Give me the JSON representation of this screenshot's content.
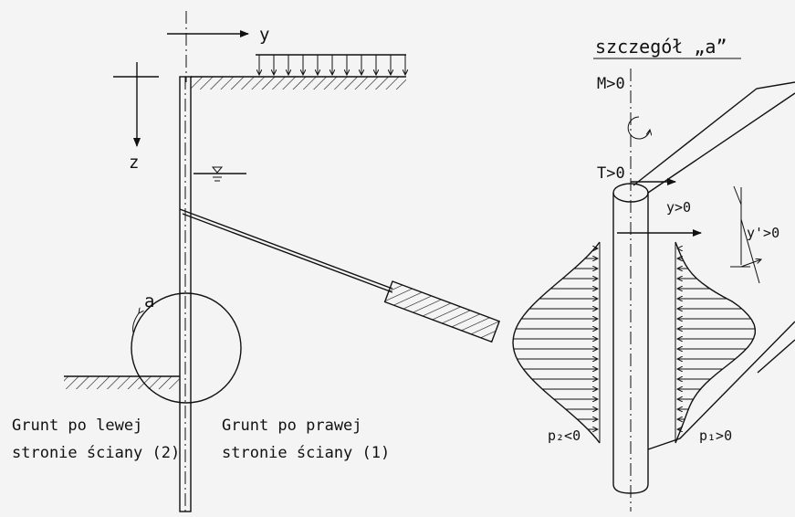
{
  "axes": {
    "y_label": "y",
    "z_label": "z"
  },
  "wall": {
    "left_soil_label_line1": "Grunt po lewej",
    "left_soil_label_line2": "stronie ściany (2)",
    "right_soil_label_line1": "Grunt po prawej",
    "right_soil_label_line2": "stronie ściany (1)",
    "detail_marker": "a"
  },
  "detail": {
    "title": "szczegół „a”",
    "moment_label": "M>0",
    "shear_label": "T>0",
    "disp_label": "y>0",
    "rotation_label": "y'>0",
    "pressure_left_label": "p₂<0",
    "pressure_right_label": "p₁>0"
  }
}
